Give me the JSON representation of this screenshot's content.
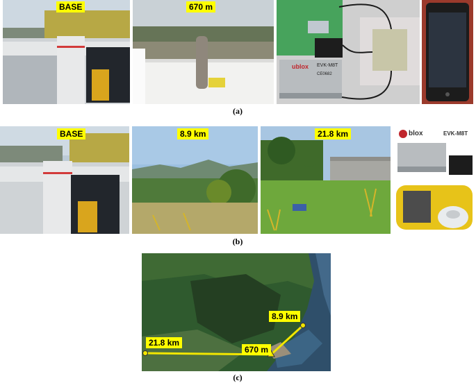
{
  "row_a": {
    "label_base": "BASE",
    "label_distance": "670 m",
    "caption": "(a)",
    "device_text": {
      "ublox": "ublox",
      "evk": "EVK-M8T",
      "ce": "CE0682"
    }
  },
  "row_b": {
    "label_base": "BASE",
    "label_near": "8.9 km",
    "label_far": "21.8 km",
    "caption": "(b)",
    "device_text": {
      "ublox": "blox",
      "evk": "EVK-M8T"
    }
  },
  "row_c": {
    "caption": "(c)",
    "map_labels": {
      "near": "8.9 km",
      "far": "21.8 km",
      "base": "670 m"
    }
  },
  "colors": {
    "label_bg": "#ffff00",
    "route_line": "#f2e600"
  }
}
